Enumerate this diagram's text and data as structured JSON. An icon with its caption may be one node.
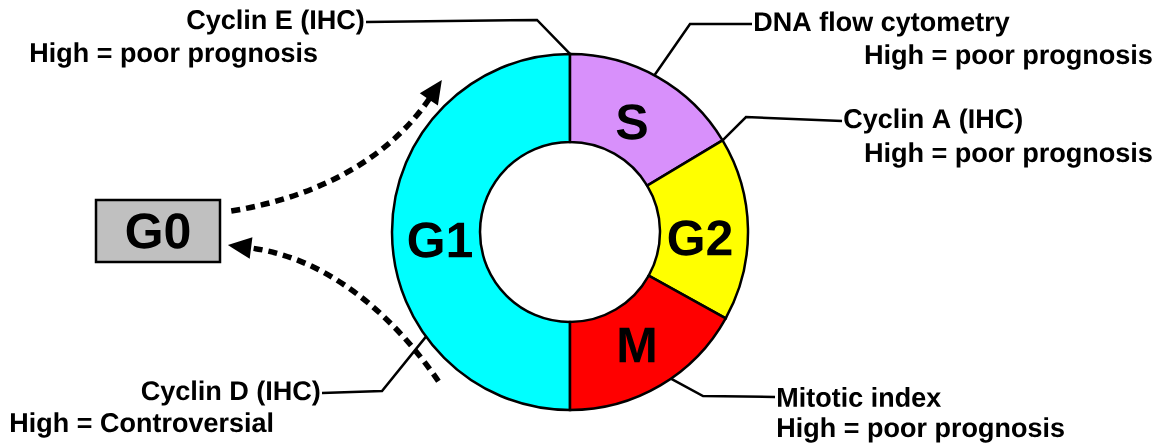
{
  "diagram": {
    "nodes": [
      {
        "text": [
          "G0"
        ]
      },
      {
        "text": [
          "G1"
        ]
      },
      {
        "text": [
          "S"
        ]
      },
      {
        "text": [
          "G2"
        ]
      },
      {
        "text": [
          "M"
        ]
      },
      {
        "text": [
          "Cyclin E (IHC)",
          "High = poor prognosis"
        ]
      },
      {
        "text": [
          "DNA flow cytometry",
          "High = poor prognosis"
        ]
      },
      {
        "text": [
          "Cyclin A (IHC)",
          "High = poor prognosis"
        ]
      },
      {
        "text": [
          "Cyclin D (IHC)",
          "High = Controversial"
        ]
      },
      {
        "text": [
          "Mitotic index",
          "High = poor prognosis"
        ]
      }
    ],
    "edges": [
      {
        "from": 0,
        "to": 1,
        "arrow": "to",
        "style": "dashed"
      },
      {
        "from": 1,
        "to": 0,
        "arrow": "to",
        "style": "dashed"
      },
      {
        "from": 5,
        "to": 2,
        "arrow": "none"
      },
      {
        "from": 6,
        "to": 2,
        "arrow": "none"
      },
      {
        "from": 7,
        "to": 3,
        "arrow": "none"
      },
      {
        "from": 8,
        "to": 1,
        "arrow": "none"
      },
      {
        "from": 9,
        "to": 4,
        "arrow": "none"
      }
    ]
  }
}
